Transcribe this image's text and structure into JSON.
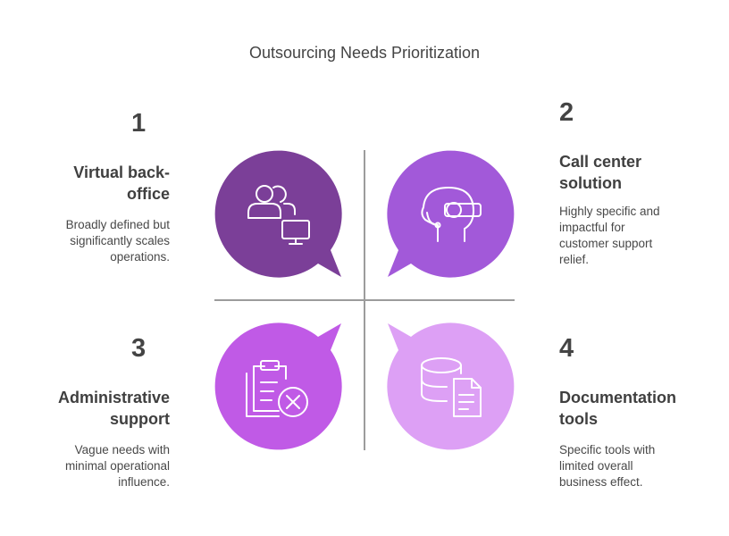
{
  "title": "Outsourcing Needs Prioritization",
  "colors": {
    "q1": "#7b3f98",
    "q2": "#a259d9",
    "q3": "#c05ae6",
    "q4": "#dda0f5",
    "divider": "#9c9c9c"
  },
  "quadrants": [
    {
      "number": "1",
      "heading": [
        "Virtual back-",
        "office"
      ],
      "description": [
        "Broadly defined but",
        "significantly scales",
        "operations."
      ],
      "icon": "users-monitor-icon"
    },
    {
      "number": "2",
      "heading": [
        "Call center",
        "solution"
      ],
      "description": [
        "Highly specific and",
        "impactful for",
        "customer support",
        "relief."
      ],
      "icon": "headset-agent-icon"
    },
    {
      "number": "3",
      "heading": [
        "Administrative",
        "support"
      ],
      "description": [
        "Vague needs with",
        "minimal operational",
        "influence."
      ],
      "icon": "clipboard-cancel-icon"
    },
    {
      "number": "4",
      "heading": [
        "Documentation",
        "tools"
      ],
      "description": [
        "Specific tools with",
        "limited overall",
        "business effect."
      ],
      "icon": "database-document-icon"
    }
  ]
}
